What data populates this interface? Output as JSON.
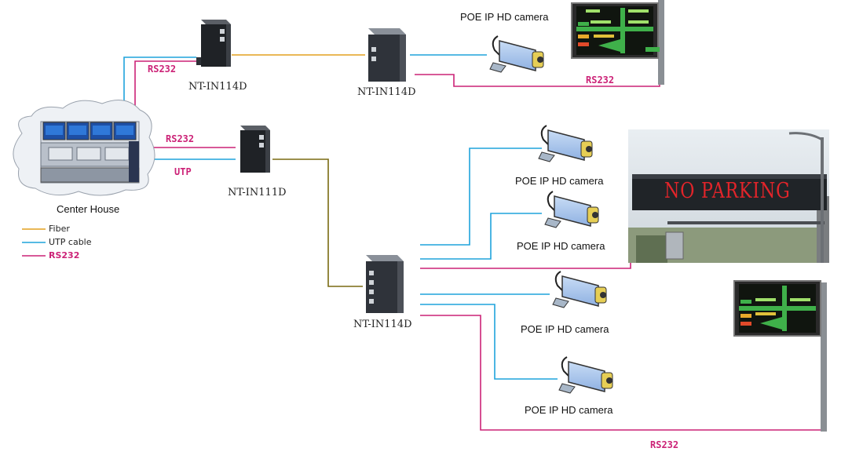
{
  "colors": {
    "fiber": "#e3a01f",
    "utp": "#1fa3dc",
    "rs232": "#cc2277",
    "trunk": "#7a6a12"
  },
  "center": {
    "label": "Center House"
  },
  "devices": [
    {
      "id": "d1",
      "label": "NT-IN114D"
    },
    {
      "id": "d2",
      "label": "NT-IN114D"
    },
    {
      "id": "d3",
      "label": "NT-IN111D"
    },
    {
      "id": "d4",
      "label": "NT-IN114D"
    }
  ],
  "cameras": [
    {
      "label": "POE IP HD camera"
    },
    {
      "label": "POE IP HD camera"
    },
    {
      "label": "POE IP HD camera"
    },
    {
      "label": "POE IP HD camera"
    },
    {
      "label": "POE IP HD camera"
    }
  ],
  "links": {
    "rs232_label": "RS232",
    "utp_label": "UTP"
  },
  "sign": {
    "text": "NO PARKING"
  },
  "legend": {
    "fiber": "Fiber",
    "utp": "UTP cable",
    "rs232": "RS232"
  }
}
